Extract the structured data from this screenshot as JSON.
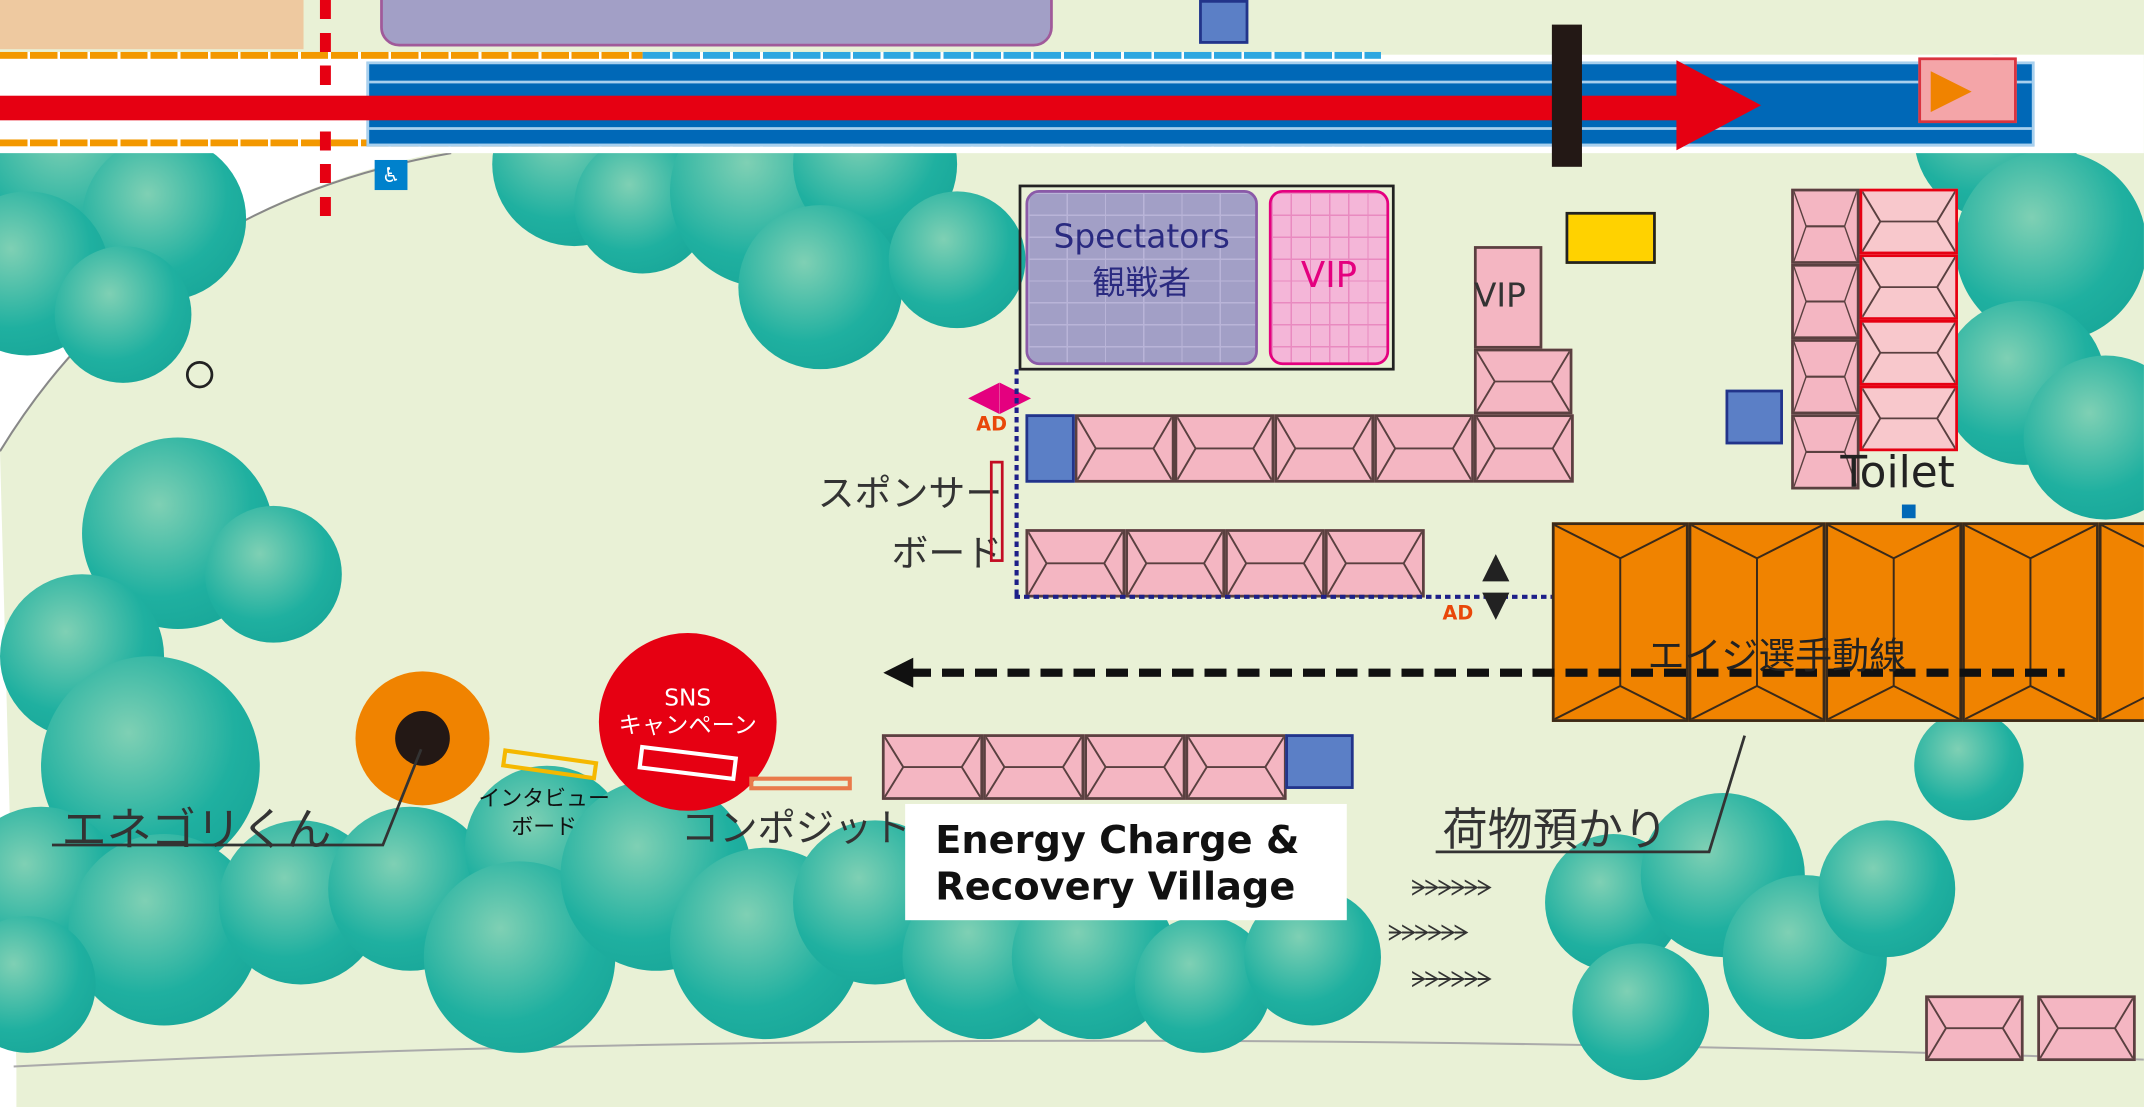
{
  "map": {
    "labels": {
      "spectators_en": "Spectators",
      "spectators_ja": "観戦者",
      "vip_stand": "VIP",
      "vip_tent": "VIP",
      "toilet": "Toilet",
      "sponsor_board": "スポンサー",
      "sponsor_board_2": "ボード",
      "ad_1": "AD",
      "ad_2": "AD",
      "athlete_route": "エイジ選手動線",
      "baggage": "荷物預かり",
      "energy_village_1": "Energy Charge &",
      "energy_village_2": "Recovery Village",
      "enegori": "エネゴリくん",
      "interview_board_1": "インタビュー",
      "interview_board_2": "ボード",
      "sns_1": "SNS",
      "sns_2": "キャンペーン",
      "composite": "コンポジット"
    },
    "colors": {
      "course": "#0068b7",
      "arrow": "#e60012",
      "tent": "#f4b6c2",
      "orange_tent": "#f08300",
      "spectators": "#a29fc6",
      "vip": "#f4b6d8",
      "grass": "#e9f1d6",
      "tree": "#1fb0a0"
    }
  }
}
